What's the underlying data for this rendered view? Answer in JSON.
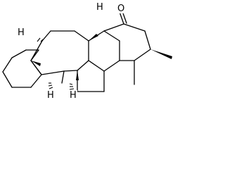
{
  "molecule": {
    "atom_labels": {
      "oxygen": "O",
      "h_ring_a_b": "H",
      "h_b_c_top": "H",
      "h_a_b_bottom": "H",
      "h_b_c_bottom": "H"
    }
  }
}
